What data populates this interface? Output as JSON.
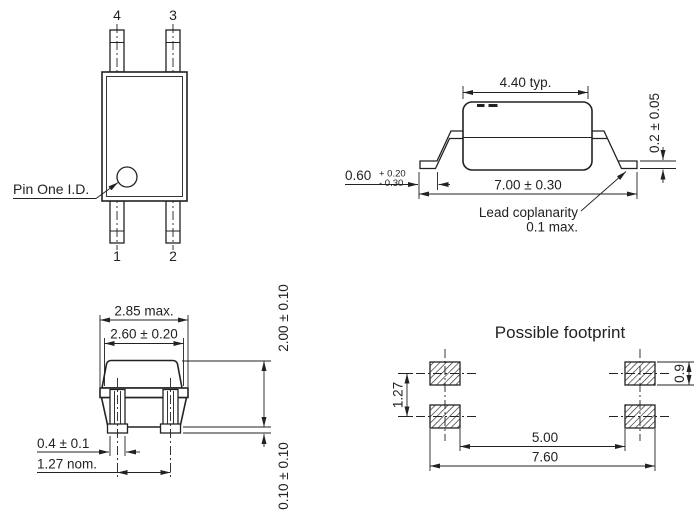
{
  "top_view": {
    "pin4": "4",
    "pin3": "3",
    "pin1": "1",
    "pin2": "2",
    "pin_one_id": "Pin One I.D."
  },
  "side_view": {
    "body_top": "4.40 typ.",
    "lead_thickness": "0.2 ± 0.05",
    "foot_len": "0.60",
    "foot_tol_plus": "+ 0.20",
    "foot_tol_minus": "- 0.30",
    "overall": "7.00 ± 0.30",
    "coplanarity1": "Lead coplanarity",
    "coplanarity2": "0.1 max."
  },
  "end_view": {
    "width_max": "2.85 max.",
    "width_body": "2.60 ± 0.20",
    "height": "2.00 ± 0.10",
    "lead_width": "0.4 ± 0.1",
    "pitch": "1.27 nom.",
    "standoff": "0.10 ± 0.10"
  },
  "footprint": {
    "title": "Possible footprint",
    "pitch": "1.27",
    "pad_height": "0.9",
    "span_inner": "5.00",
    "span_outer": "7.60"
  },
  "colors": {
    "line": "#222222",
    "background": "#ffffff"
  }
}
